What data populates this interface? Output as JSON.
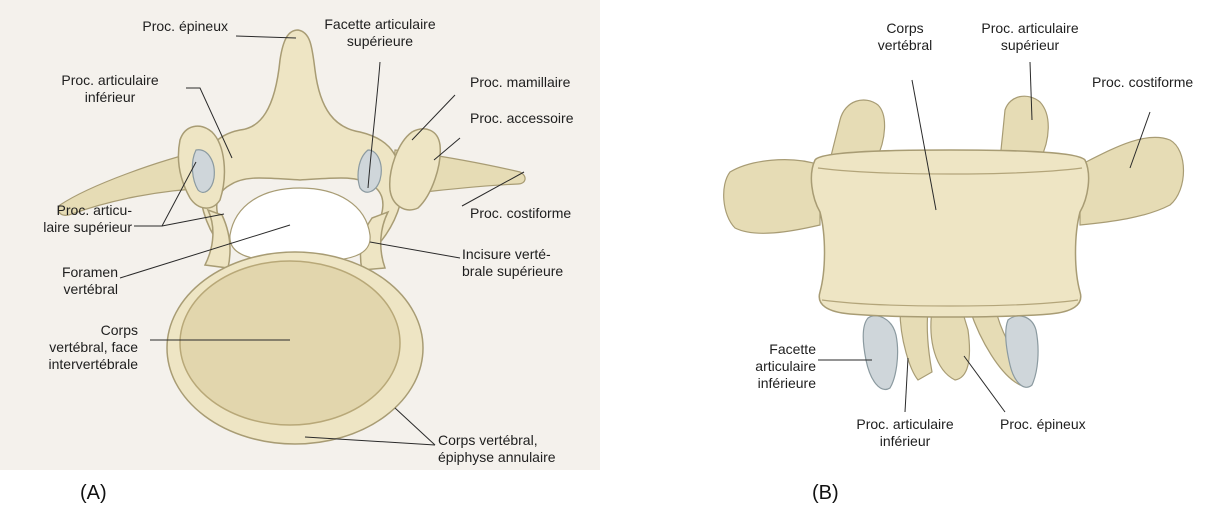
{
  "panel_a": {
    "tag": "(A)",
    "labels": {
      "spinous": "Proc. épineux",
      "sup_facet": "Facette articulaire\nsupérieure",
      "inf_artic": "Proc. articulaire\ninférieur",
      "mamillary": "Proc. mamillaire",
      "accessory": "Proc. accessoire",
      "sup_artic": "Proc. articu-\nlaire supérieur",
      "costiform": "Proc. costiforme",
      "foramen": "Foramen\nvertébral",
      "notch": "Incisure verté-\nbrale supérieure",
      "body_face": "Corps\nvertébral, face\nintervertébrale",
      "epiphysis": "Corps vertébral,\népiphyse annulaire"
    }
  },
  "panel_b": {
    "tag": "(B)",
    "labels": {
      "body": "Corps\nvertébral",
      "sup_artic": "Proc. articulaire\nsupérieur",
      "costiform": "Proc. costiforme",
      "inf_facet": "Facette\narticulaire\ninférieure",
      "inf_artic": "Proc. articulaire\ninférieur",
      "spinous": "Proc. épineux"
    }
  }
}
